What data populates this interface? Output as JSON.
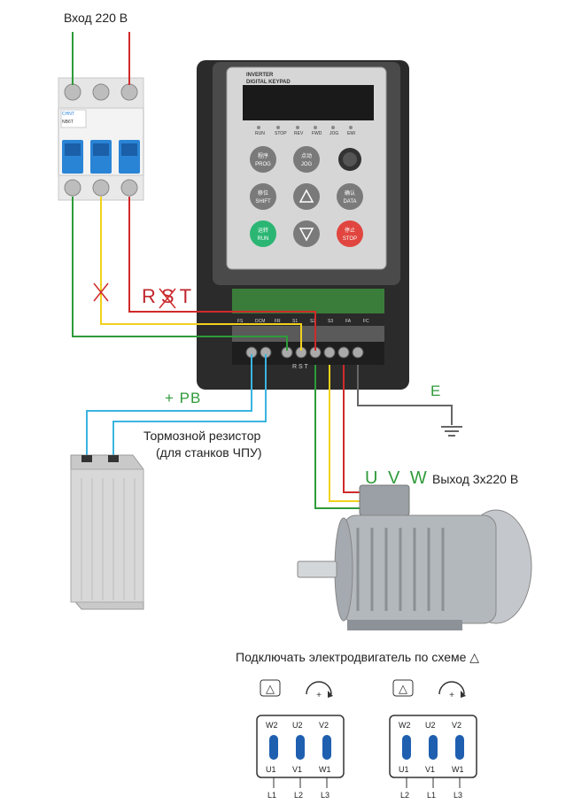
{
  "input_label": "Вход 220 В",
  "breaker": {
    "brand": "CHNT",
    "model": "NB6T"
  },
  "inverter": {
    "title_line1": "INVERTER",
    "title_line2": "DIGITAL KEYPAD",
    "indicators": [
      "RUN",
      "STOP",
      "REV",
      "FWD",
      "JOG",
      "EMI"
    ],
    "buttons": [
      {
        "cn": "程序",
        "en": "PROG"
      },
      {
        "cn": "点动",
        "en": "JOG"
      },
      {
        "cn": "移位",
        "en": "SHIFT"
      },
      {
        "cn": "确认",
        "en": "DATA"
      },
      {
        "cn": "运转",
        "en": "RUN"
      },
      {
        "cn": "停止",
        "en": "STOP"
      }
    ],
    "bottom_terminals": "R  S  T",
    "terminal_row": [
      "FS",
      "DCM",
      "FR",
      "S1",
      "S2",
      "S3",
      "FA",
      "FC"
    ]
  },
  "wiring": {
    "rst_label_r": "R",
    "rst_label_s": "S",
    "rst_label_t": "T",
    "pb_label": "+ PB",
    "e_label": "E",
    "uvw_label": "U V W",
    "output_label": "Выход 3х220 В"
  },
  "resistor_label_line1": "Тормозной резистор",
  "resistor_label_line2": "(для станков ЧПУ)",
  "scheme_caption": "Подключать электродвигатель по схеме △",
  "schemes": [
    {
      "top": [
        "W2",
        "U2",
        "V2"
      ],
      "bottom": [
        "U1",
        "V1",
        "W1"
      ],
      "lines": [
        "L1",
        "L2",
        "L3"
      ],
      "symbol": "△",
      "rotation": "+"
    },
    {
      "top": [
        "W2",
        "U2",
        "V2"
      ],
      "bottom": [
        "U1",
        "V1",
        "W1"
      ],
      "lines": [
        "L2",
        "L1",
        "L3"
      ],
      "symbol": "△",
      "rotation": "+"
    }
  ],
  "colors": {
    "green": "#2e9b3a",
    "yellow": "#f0d21c",
    "red": "#d02a2a",
    "blue": "#3bb4e0",
    "gray_wire": "#666666",
    "breaker_blue": "#2a84d6",
    "coil_blue": "#1f5fb0"
  }
}
